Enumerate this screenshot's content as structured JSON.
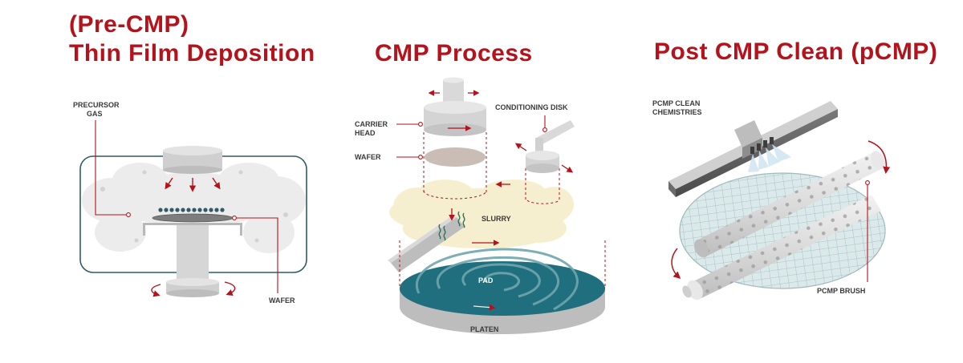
{
  "titles": {
    "deposition_line1": "(Pre-CMP)",
    "deposition_line2": "Thin Film Deposition",
    "cmp": "CMP Process",
    "post_cmp": "Post CMP Clean (pCMP)"
  },
  "labels": {
    "precursor_line1": "PRECURSOR",
    "precursor_line2": "GAS",
    "wafer_left": "WAFER",
    "carrier_line1": "CARRIER",
    "carrier_line2": "HEAD",
    "wafer_cmp": "WAFER",
    "conditioning_disk": "CONDITIONING DISK",
    "slurry": "SLURRY",
    "pad": "PAD",
    "platen": "PLATEN",
    "pcmp_chem_line1": "PCMP CLEAN",
    "pcmp_chem_line2": "CHEMISTRIES",
    "pcmp_brush": "PCMP BRUSH"
  },
  "colors": {
    "accent": "#b5121b",
    "pad": "#1f6f7e",
    "slurry": "#f6efcf",
    "chamber_outline": "#2f5c66",
    "equipment_gray": "#d4d4d4"
  }
}
